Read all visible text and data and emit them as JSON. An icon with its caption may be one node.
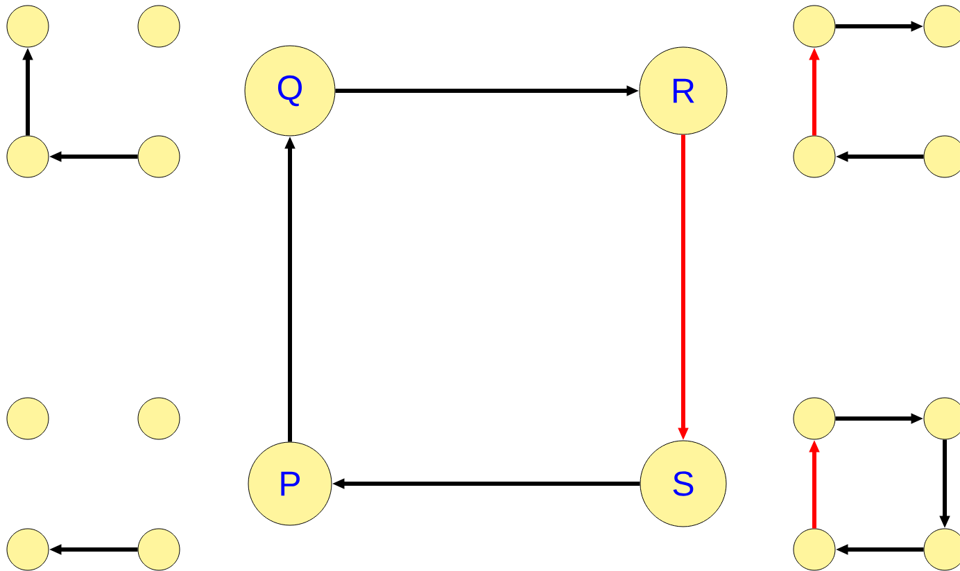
{
  "diagram": {
    "nodes": [
      {
        "text": [],
        "shape": "circle"
      },
      {
        "text": [],
        "shape": "circle"
      },
      {
        "text": [
          "Q"
        ]
      },
      {
        "text": [
          "R"
        ]
      },
      {
        "text": [],
        "shape": "circle"
      },
      {
        "text": [],
        "shape": "circle"
      },
      {
        "text": [],
        "shape": "circle"
      },
      {
        "text": [],
        "shape": "circle"
      },
      {
        "text": [],
        "shape": "circle"
      },
      {
        "text": [],
        "shape": "circle"
      },
      {
        "text": [],
        "shape": "circle"
      },
      {
        "text": [],
        "shape": "circle"
      },
      {
        "text": [],
        "shape": "circle"
      },
      {
        "text": [],
        "shape": "circle"
      },
      {
        "text": [
          "P"
        ]
      },
      {
        "text": [
          "S"
        ]
      },
      {
        "text": [],
        "shape": "circle"
      },
      {
        "text": [],
        "shape": "circle"
      },
      {
        "text": [],
        "shape": "circle"
      },
      {
        "text": [],
        "shape": "circle"
      }
    ],
    "edges": [
      {
        "from": 6,
        "to": 0,
        "arrow": "to"
      },
      {
        "from": 7,
        "to": 6,
        "arrow": "to"
      },
      {
        "from": 2,
        "to": 3,
        "arrow": "to"
      },
      {
        "from": 3,
        "to": 15,
        "arrow": "to",
        "color": "#ff0000"
      },
      {
        "from": 15,
        "to": 14,
        "arrow": "to"
      },
      {
        "from": 14,
        "to": 2,
        "arrow": "to"
      },
      {
        "from": 4,
        "to": 5,
        "arrow": "to"
      },
      {
        "from": 8,
        "to": 4,
        "arrow": "to",
        "color": "#ff0000"
      },
      {
        "from": 9,
        "to": 8,
        "arrow": "to"
      },
      {
        "from": 17,
        "to": 16,
        "arrow": "to"
      },
      {
        "from": 12,
        "to": 13,
        "arrow": "to"
      },
      {
        "from": 13,
        "to": 19,
        "arrow": "to"
      },
      {
        "from": 19,
        "to": 18,
        "arrow": "to"
      },
      {
        "from": 18,
        "to": 12,
        "arrow": "to",
        "color": "#ff0000"
      }
    ]
  }
}
